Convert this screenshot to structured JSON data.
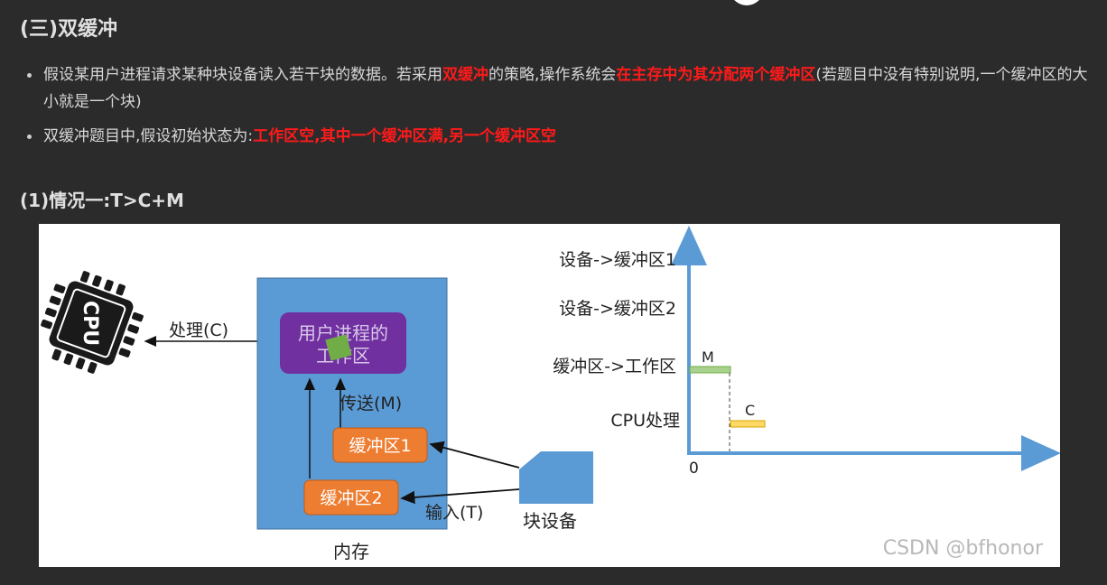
{
  "heading": "(三)双缓冲",
  "bullets": [
    {
      "parts": [
        {
          "text": "假设某用户进程请求某种块设备读入若干块的数据。若采用",
          "red": false
        },
        {
          "text": "双缓冲",
          "red": true
        },
        {
          "text": "的策略,操作系统会",
          "red": false
        },
        {
          "text": "在主存中为其分配两个缓冲区",
          "red": true
        },
        {
          "text": "(若题目中没有特别说明,一个缓冲区的大小就是一个块)",
          "red": false
        }
      ]
    },
    {
      "parts": [
        {
          "text": "双缓冲题目中,假设初始状态为:",
          "red": false
        },
        {
          "text": "工作区空,其中一个缓冲区满,另一个缓冲区空",
          "red": true
        }
      ]
    }
  ],
  "subheading": "(1)情况一:T>C+M",
  "figure": {
    "cpu_label": "CPU",
    "process_label": "处理(C)",
    "work_area_line1": "用户进程的",
    "work_area_line2": "工作区",
    "transfer_label": "传送(M)",
    "buffer1": "缓冲区1",
    "buffer2": "缓冲区2",
    "input_label": "输入(T)",
    "device_label": "块设备",
    "memory_label": "内存",
    "timeline": {
      "rows": [
        "设备->缓冲区1",
        "设备->缓冲区2",
        "缓冲区->工作区",
        "CPU处理"
      ],
      "origin": "0",
      "bar_m_label": "M",
      "bar_c_label": "C"
    },
    "watermark": "CSDN @bfhonor",
    "colors": {
      "memory_blue": "#5b9bd5",
      "work_purple": "#7030a0",
      "buffer_orange": "#ed7d31",
      "block_green": "#70ad47",
      "bar_m": "#a9d18e",
      "bar_c": "#ffd966",
      "axis": "#5b9bd5"
    }
  }
}
